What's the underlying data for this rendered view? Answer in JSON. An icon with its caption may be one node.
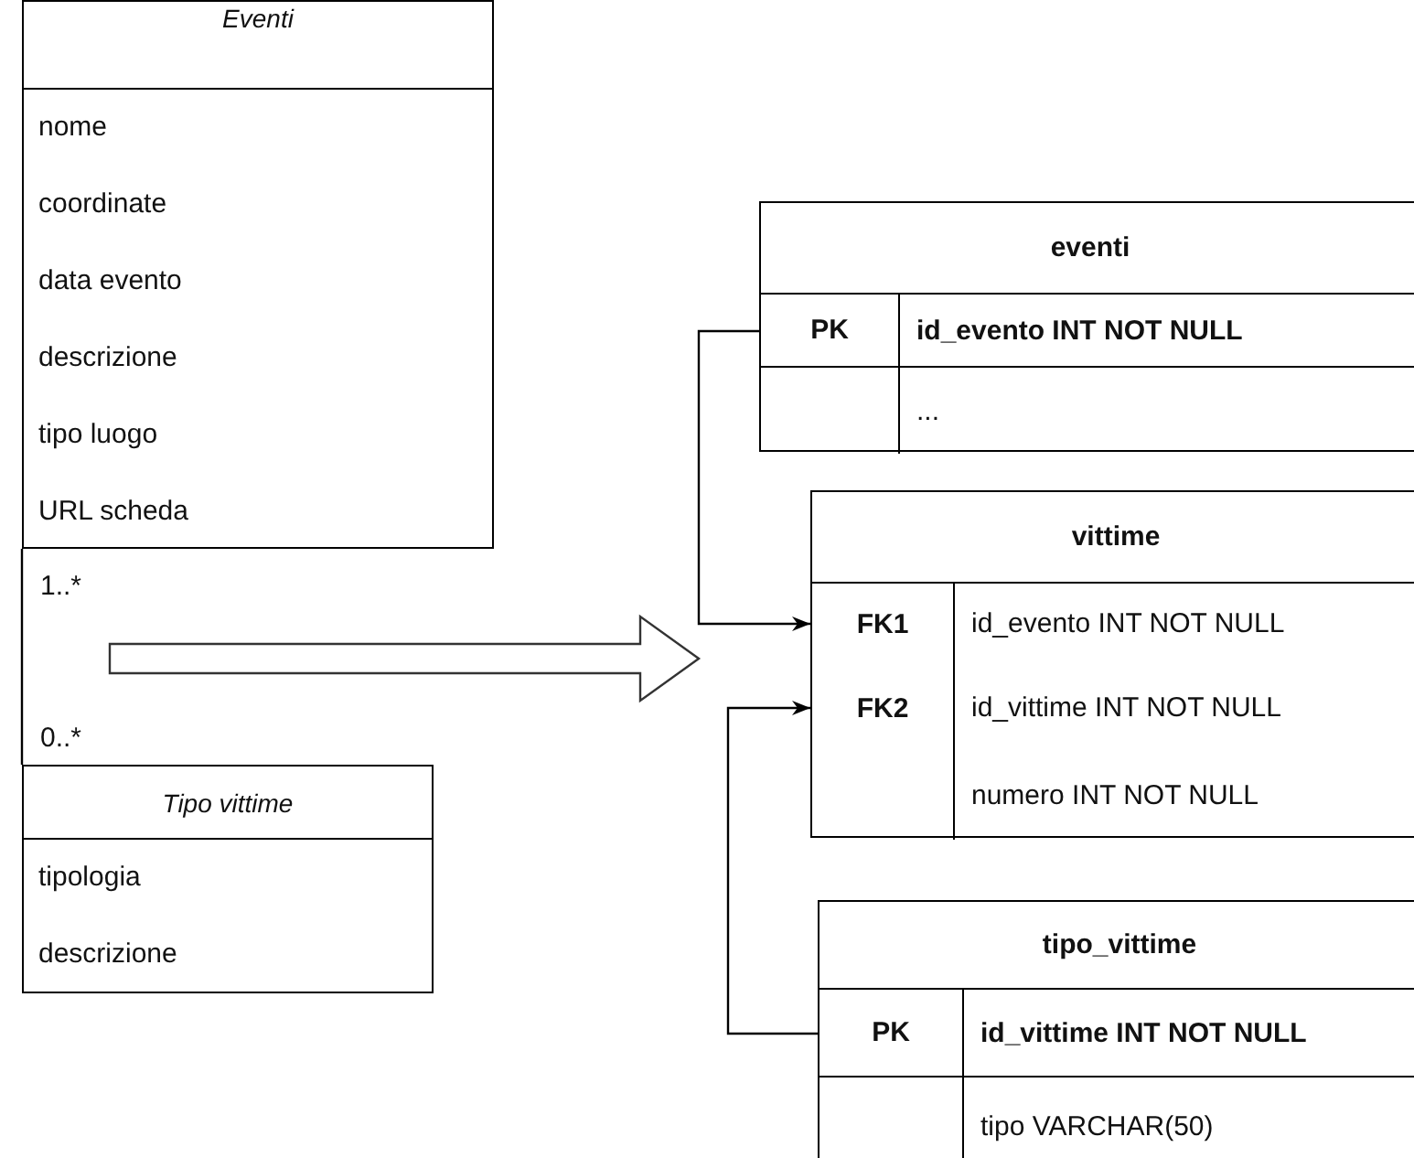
{
  "diagram": {
    "nodes": [
      {
        "text": [
          "Eventi",
          "nome",
          "coordinate",
          "data evento",
          "descrizione",
          "tipo luogo",
          "URL scheda"
        ]
      },
      {
        "text": [
          "Tipo vittime",
          "tipologia",
          "descrizione"
        ]
      },
      {
        "text": [
          "eventi"
        ]
      },
      {
        "text": [
          "PK",
          "id_evento INT NOT NULL"
        ],
        "in": 2
      },
      {
        "text": [
          "..."
        ],
        "in": 2
      },
      {
        "text": [
          "vittime"
        ]
      },
      {
        "text": [
          "FK1",
          "id_evento INT NOT NULL"
        ],
        "in": 5
      },
      {
        "text": [
          "FK2",
          "id_vittime INT NOT NULL"
        ],
        "in": 5
      },
      {
        "text": [
          "numero INT NOT NULL"
        ],
        "in": 5
      },
      {
        "text": [
          "tipo_vittime"
        ]
      },
      {
        "text": [
          "PK",
          "id_vittime INT NOT NULL"
        ],
        "in": 9
      },
      {
        "text": [
          "tipo VARCHAR(50)"
        ],
        "in": 9
      }
    ],
    "edges": [
      {
        "from": 0,
        "to": 1,
        "arrow": "none"
      },
      {
        "from": 3,
        "to": 6,
        "arrow": "to"
      },
      {
        "from": 10,
        "to": 7,
        "arrow": "to"
      }
    ],
    "labels": [
      "1..*",
      "0..*"
    ]
  }
}
